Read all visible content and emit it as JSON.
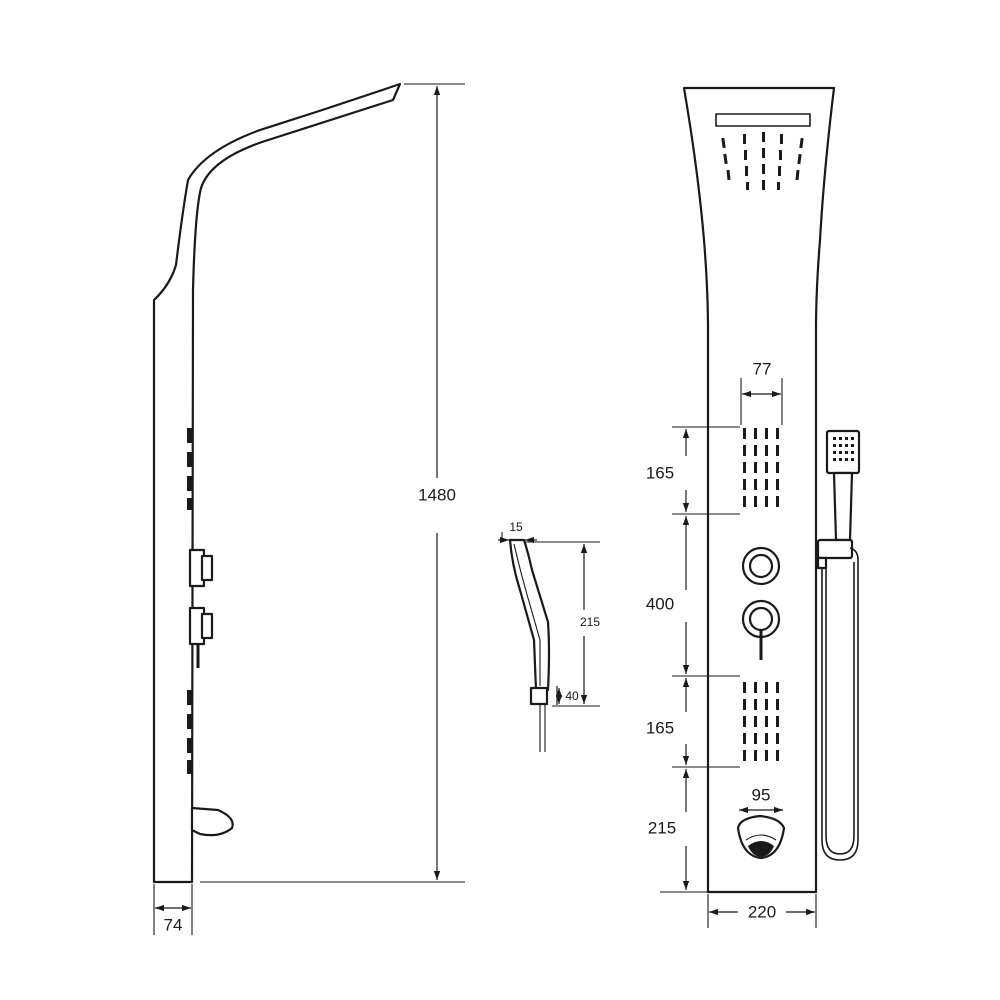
{
  "diagram": {
    "side_view": {
      "height_dimension": "1480",
      "depth_dimension": "74"
    },
    "hand_shower_detail": {
      "tip_dimension": "15",
      "length_dimension": "215",
      "holder_dimension": "40"
    },
    "front_view": {
      "body_jet_width": "77",
      "upper_jets_height": "165",
      "controls_section_height": "400",
      "lower_jets_height": "165",
      "spout_section_height": "215",
      "spout_width": "95",
      "panel_width": "220"
    }
  }
}
